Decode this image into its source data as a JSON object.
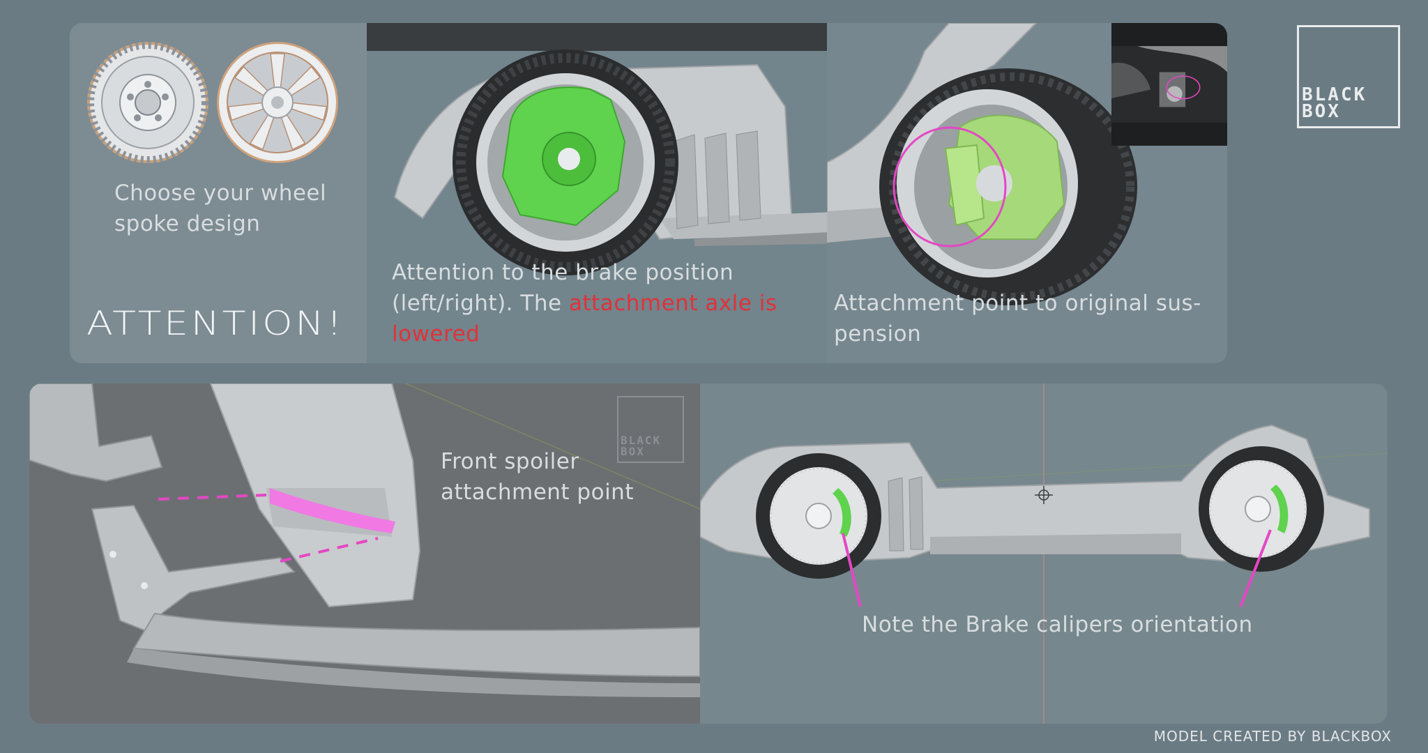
{
  "top": {
    "wheel_caption": "Choose your wheel spoke design",
    "attention": "ATTENTION!",
    "brake_note_prefix": "Attention to the brake position (left/right). The",
    "brake_note_highlight": "attachment axle is lowered",
    "suspension_note": "Attachment point to original sus-pension"
  },
  "bottom": {
    "spoiler_note": "Front spoiler attachment point",
    "caliper_note": "Note the Brake calipers orientation"
  },
  "logo": {
    "line1": "BLACK",
    "line2": "BOX"
  },
  "footer": {
    "credit": "MODEL CREATED BY BLACKBOX"
  },
  "colors": {
    "background": "#6b7b84",
    "highlight_red": "#e0323a",
    "brake_green": "#5fd24e",
    "marker_magenta": "#e447c4"
  }
}
